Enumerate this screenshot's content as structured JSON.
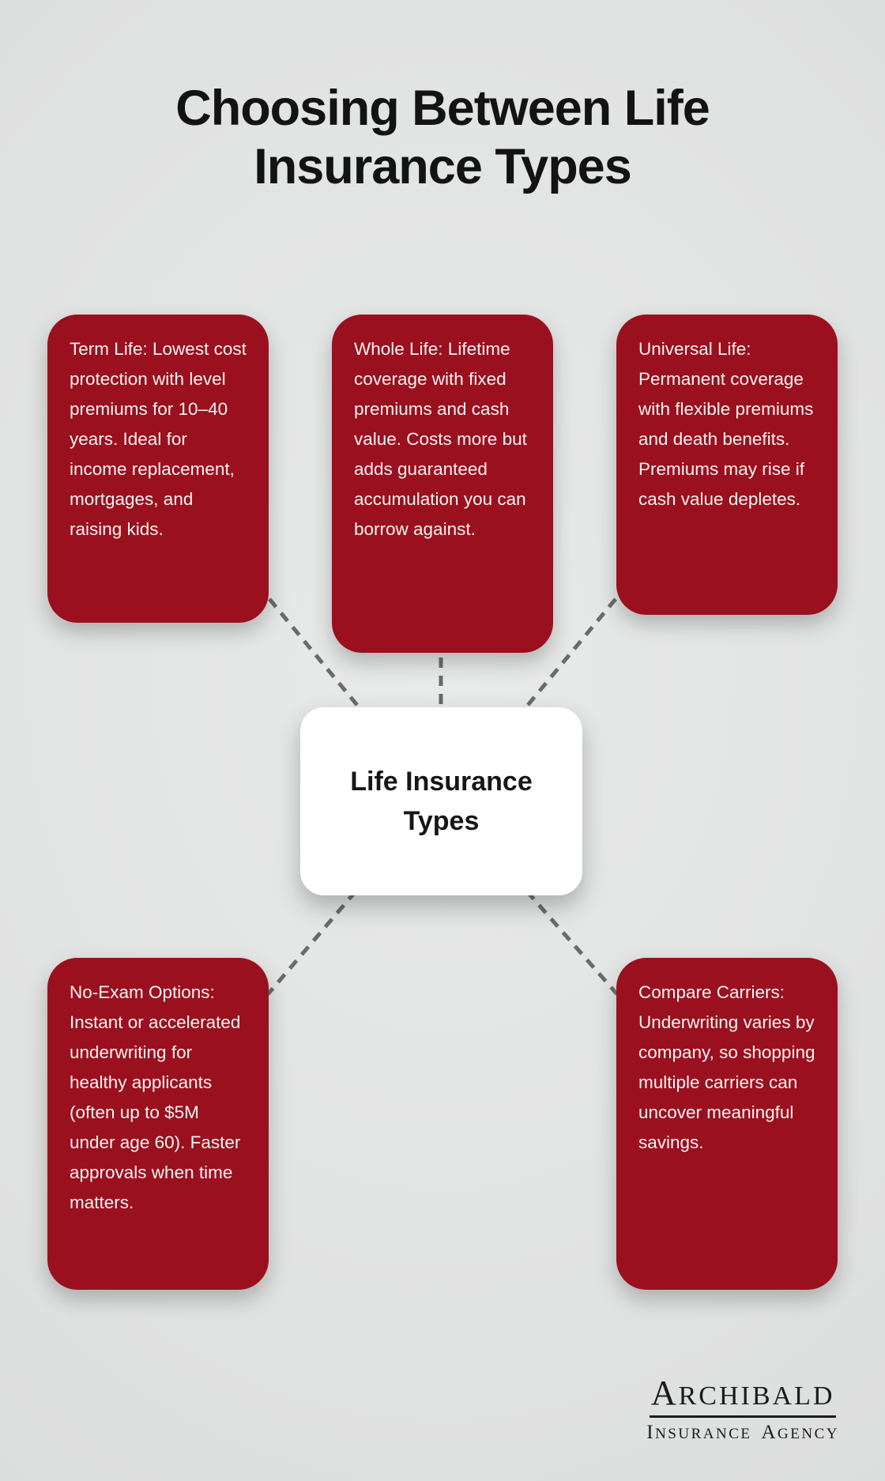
{
  "header": {
    "title_line1": "Choosing Between Life",
    "title_line2": "Insurance Types"
  },
  "center_node": {
    "line1": "Life Insurance",
    "line2": "Types"
  },
  "nodes": [
    {
      "id": "term-life",
      "text": "Term Life: Lowest cost protection with level premiums for 10–40 years. Ideal for income replacement, mortgages, and raising kids."
    },
    {
      "id": "whole-life",
      "text": "Whole Life: Lifetime coverage with fixed premiums and cash value. Costs more but adds guaranteed accumulation you can borrow against."
    },
    {
      "id": "universal-life",
      "text": "Universal Life: Permanent coverage with flexible premiums and death benefits. Premiums may rise if cash value depletes."
    },
    {
      "id": "no-exam-options",
      "text": "No-Exam Options: Instant or accelerated underwriting for healthy applicants (often up to $5M under age 60). Faster approvals when time matters."
    },
    {
      "id": "compare-carriers",
      "text": "Compare Carriers: Underwriting varies by company, so shopping multiple carriers can uncover meaningful savings."
    }
  ],
  "logo": {
    "wordmark_initial": "A",
    "wordmark_rest": "RCHIBALD",
    "tagline_word1_initial": "I",
    "tagline_word1_rest": "NSURANCE",
    "tagline_word2_initial": "A",
    "tagline_word2_rest": "GENCY"
  },
  "colors": {
    "node_fill": "#9B101E",
    "node_text": "#F6F3F3",
    "background": "#E0E1E1",
    "connector": "#6B6B6B",
    "title_color": "#131313"
  }
}
